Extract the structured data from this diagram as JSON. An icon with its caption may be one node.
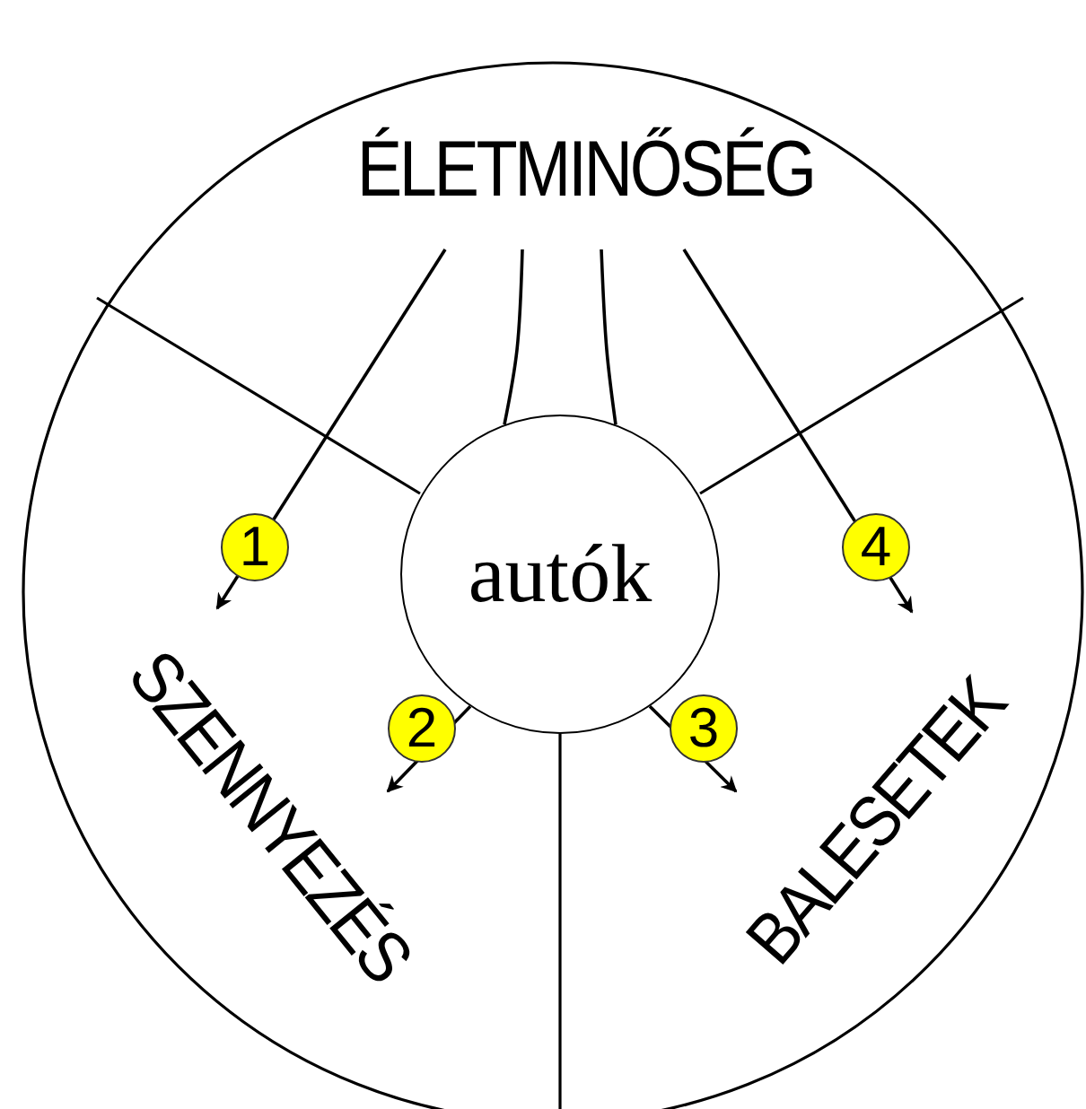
{
  "diagram": {
    "nodes": [
      {
        "text": [
          "ÉLETMINŐSÉG"
        ]
      },
      {
        "text": [
          "autók"
        ]
      },
      {
        "text": [
          "SZENNYEZÉS"
        ]
      },
      {
        "text": [
          "BALESETEK"
        ]
      }
    ],
    "edges": [
      {
        "from": 0,
        "to": 2,
        "arrow": "to",
        "label": "1"
      },
      {
        "from": 0,
        "to": 1,
        "arrow": "none"
      },
      {
        "from": 1,
        "to": 2,
        "arrow": "to",
        "label": "2"
      },
      {
        "from": 0,
        "to": 1,
        "arrow": "none"
      },
      {
        "from": 1,
        "to": 3,
        "arrow": "to",
        "label": "3"
      },
      {
        "from": 0,
        "to": 3,
        "arrow": "to",
        "label": "4"
      }
    ]
  }
}
